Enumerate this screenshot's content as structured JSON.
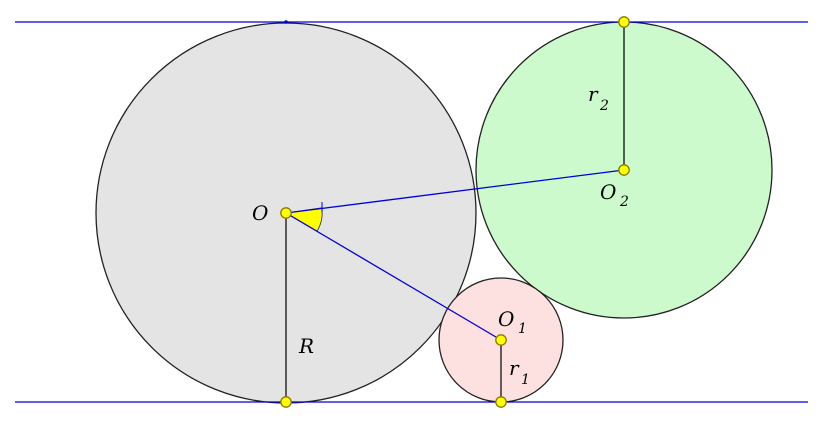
{
  "diagram": {
    "colors": {
      "line": "#0000dd",
      "outline": "#222222",
      "circle_O_fill": "#e4e4e4",
      "circle_O1_fill": "#fde0e0",
      "circle_O2_fill": "#ccfacc",
      "point_fill": "#ffff00",
      "point_stroke": "#8a7a00",
      "angle_fill": "#ffff00"
    },
    "labels": {
      "O": "O",
      "O1_main": "O",
      "O1_sub": "1",
      "O2_main": "O",
      "O2_sub": "2",
      "R": "R",
      "r1_main": "r",
      "r1_sub": "1",
      "r2_main": "r",
      "r2_sub": "2"
    }
  }
}
